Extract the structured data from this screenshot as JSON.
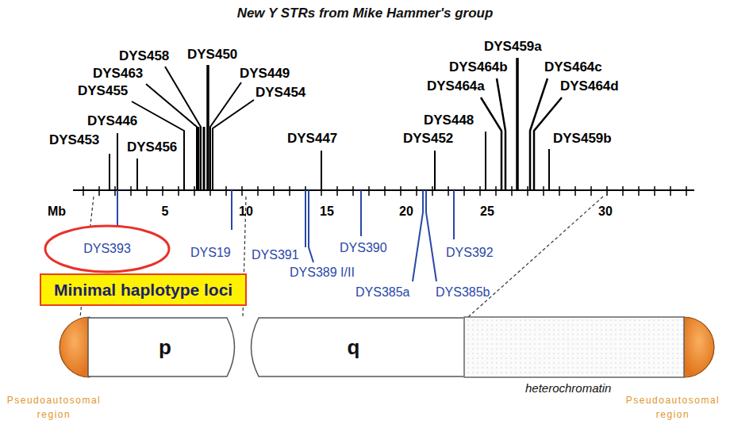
{
  "diagram": {
    "title": "New Y STRs from Mike Hammer's group",
    "nodes": [
      {
        "text": [
          "DYS393"
        ]
      },
      {
        "text": [
          "Minimal haplotype loci"
        ]
      },
      {
        "text": [
          "p"
        ]
      },
      {
        "text": [
          "q"
        ]
      }
    ],
    "labels": [
      "DYS458",
      "DYS450",
      "DYS463",
      "DYS449",
      "DYS455",
      "DYS454",
      "DYS446",
      "DYS453",
      "DYS456",
      "DYS447",
      "DYS459a",
      "DYS464b",
      "DYS464c",
      "DYS464a",
      "DYS464d",
      "DYS448",
      "DYS452",
      "DYS459b",
      "Mb",
      "5",
      "10",
      "15",
      "20",
      "25",
      "30",
      "DYS19",
      "DYS391",
      "DYS390",
      "DYS392",
      "DYS389 I/II",
      "DYS385a",
      "DYS385b",
      "heterochromatin",
      "Pseudoautosomal region",
      "Pseudoautosomal region"
    ]
  }
}
